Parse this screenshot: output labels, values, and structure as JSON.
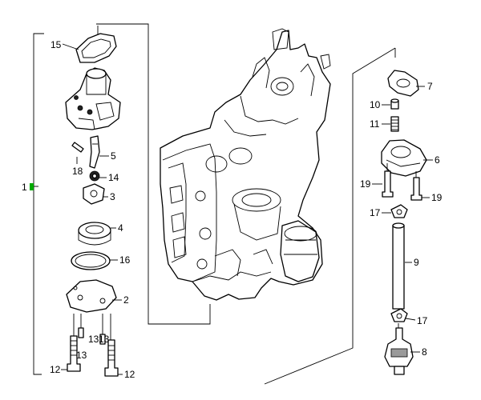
{
  "callouts": {
    "c1": "1",
    "c2": "2",
    "c3": "3",
    "c4": "4",
    "c5": "5",
    "c6": "6",
    "c7": "7",
    "c8": "8",
    "c9": "9",
    "c10": "10",
    "c11": "11",
    "c12a": "12",
    "c12b": "12",
    "c13a": "13",
    "c13b": "13",
    "c13c": "13",
    "c14": "14",
    "c15": "15",
    "c16": "16",
    "c17a": "17",
    "c17b": "17",
    "c18": "18",
    "c19a": "19",
    "c19b": "19"
  },
  "colors": {
    "line": "#000000",
    "background": "#ffffff",
    "indicator": "#00aa00"
  }
}
